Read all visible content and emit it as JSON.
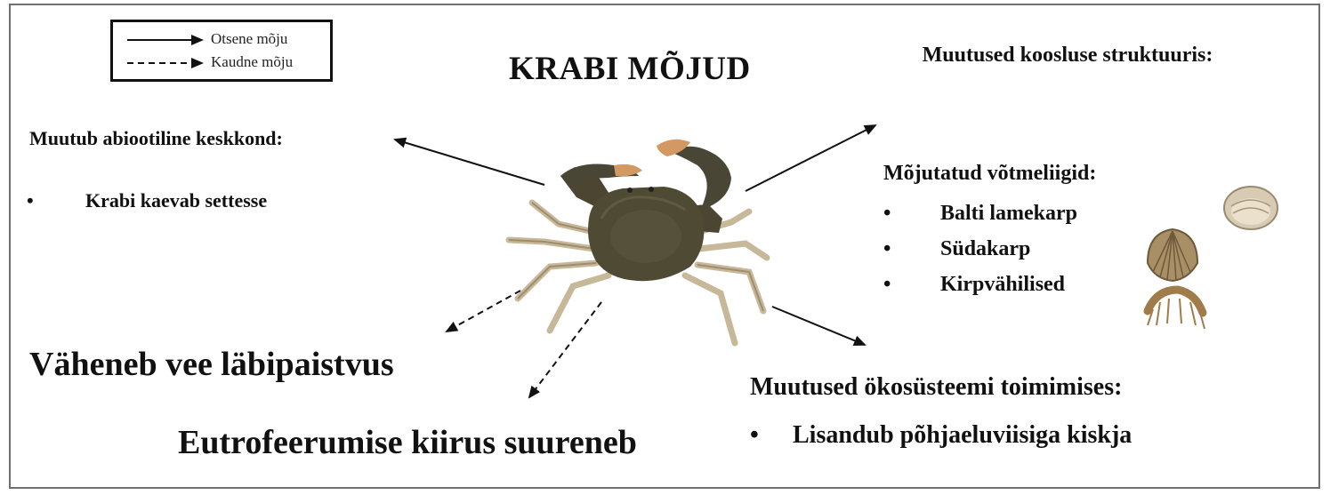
{
  "title": "KRABI MÕJUD",
  "legend": {
    "direct_label": "Otsene mõju",
    "indirect_label": "Kaudne mõju"
  },
  "abiotic": {
    "heading": "Muutub abiootiline keskkond:",
    "items": [
      "Krabi kaevab settesse"
    ]
  },
  "community": {
    "heading": "Muutused koosluse struktuuris:",
    "keystone_heading": "Mõjutatud võtmeliigid:",
    "items": [
      "Balti lamekarp",
      "Südakarp",
      "Kirpvähilised"
    ]
  },
  "transparency": "Väheneb vee läbipaistvus",
  "eutrophication": "Eutrofeerumise kiirus suureneb",
  "ecosystem": {
    "heading": "Muutused ökosüsteemi toimimises:",
    "items": [
      "Lisandub põhjaeluviisiga kiskja"
    ]
  },
  "bullet": "•",
  "icons": {
    "crab": "crab-illustration",
    "clam": "baltic-clam-illustration",
    "cockle": "cockle-illustration",
    "amphipod": "amphipod-illustration"
  },
  "colors": {
    "crab_shell": "#4e4a34",
    "crab_legs": "#c8b89a",
    "claw_tip": "#d29a62",
    "frame": "#6f6f6f"
  }
}
